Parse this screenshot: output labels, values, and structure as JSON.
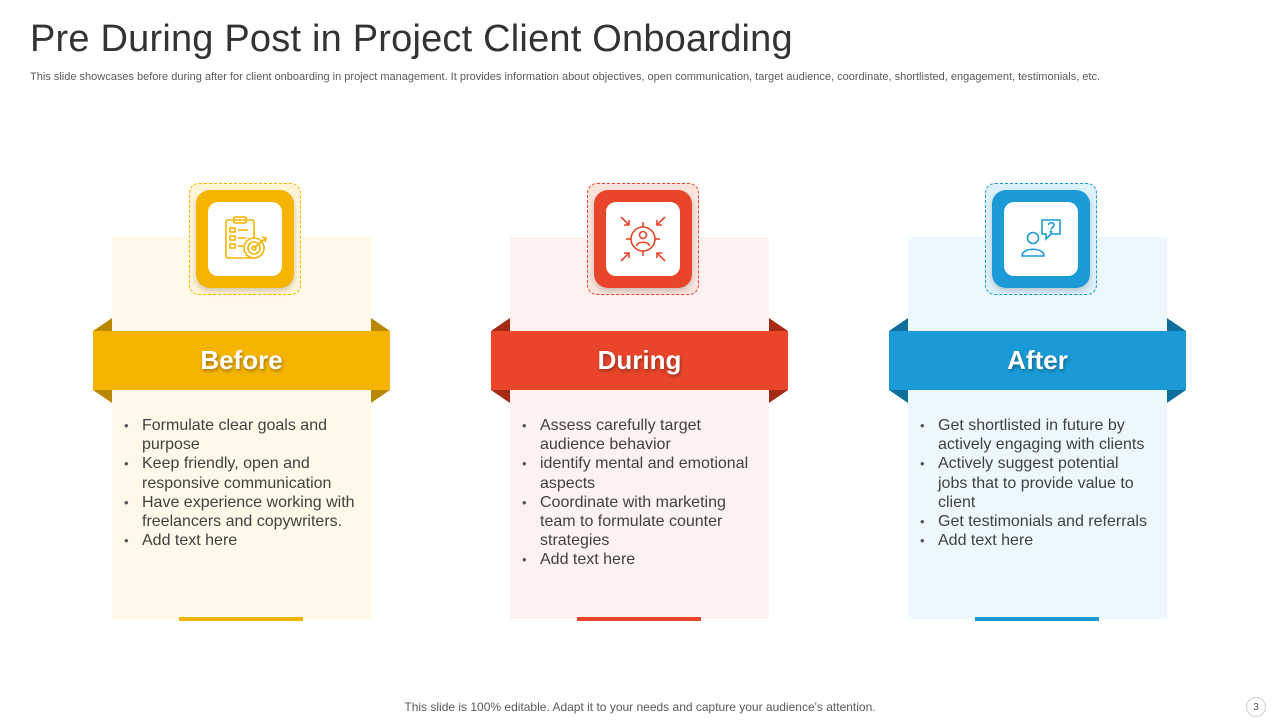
{
  "header": {
    "title": "Pre During Post in Project Client Onboarding",
    "subtitle": "This slide showcases before during after for client onboarding in project management. It provides information about objectives, open communication, target audience, coordinate, shortlisted, engagement, testimonials, etc."
  },
  "cards": [
    {
      "label": "Before",
      "icon": "checklist-target-icon",
      "colors": {
        "main": "#F5B400",
        "dark": "#B98800",
        "panel": "#FEF9E8"
      },
      "bullets": [
        "Formulate clear goals and purpose",
        "Keep friendly, open and responsive communication",
        "Have experience working with freelancers and copywriters.",
        "Add text here"
      ]
    },
    {
      "label": "During",
      "icon": "target-audience-icon",
      "colors": {
        "main": "#E8452A",
        "dark": "#A52A16",
        "panel": "#FDF2F0"
      },
      "bullets": [
        "Assess carefully target audience behavior",
        "identify mental and emotional aspects",
        "Coordinate with marketing team to formulate counter strategies",
        "Add text here"
      ]
    },
    {
      "label": "After",
      "icon": "user-question-icon",
      "colors": {
        "main": "#1A9BD7",
        "dark": "#0E6E9E",
        "panel": "#EDF8FD"
      },
      "bullets": [
        "Get shortlisted in future by actively engaging with clients",
        "Actively suggest potential jobs that to provide value to client",
        "Get testimonials and referrals",
        "Add text here"
      ]
    }
  ],
  "footer": {
    "text": "This slide is 100% editable. Adapt it to your needs and capture your audience's attention.",
    "page_number": "3"
  }
}
